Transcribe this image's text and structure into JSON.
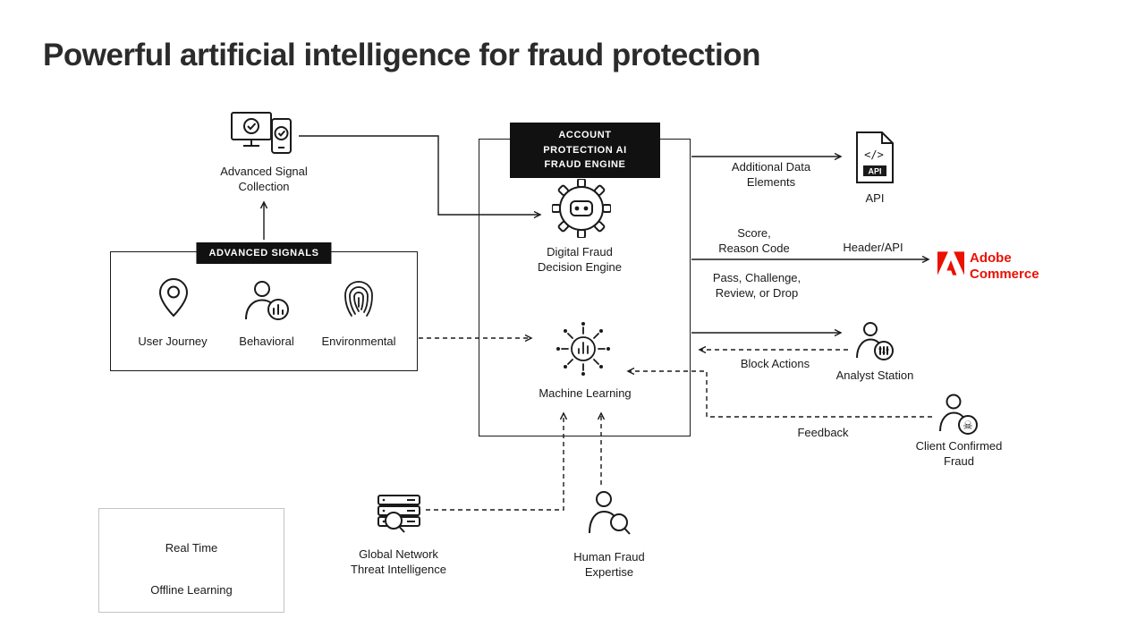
{
  "title": "Powerful artificial intelligence for fraud protection",
  "colors": {
    "ink": "#1a1a1a",
    "adobe_red": "#EB1000"
  },
  "legend": {
    "real_time": "Real Time",
    "offline_learning": "Offline Learning"
  },
  "nodes": {
    "signal_collection": {
      "label": "Advanced Signal Collection"
    },
    "advanced_signals_box": {
      "header": "ADVANCED SIGNALS",
      "items": [
        {
          "label": "User Journey",
          "icon": "map-pin-icon"
        },
        {
          "label": "Behavioral",
          "icon": "person-chart-icon"
        },
        {
          "label": "Environmental",
          "icon": "fingerprint-icon"
        }
      ]
    },
    "engine_box": {
      "header": "ACCOUNT PROTECTION AI FRAUD ENGINE",
      "decision_engine": "Digital Fraud Decision Engine",
      "machine_learning": "Machine Learning"
    },
    "api": {
      "label": "API",
      "doc_code": "</>",
      "doc_badge": "API"
    },
    "adobe": {
      "label": "Adobe Commerce"
    },
    "analyst": {
      "label": "Analyst Station"
    },
    "client_fraud": {
      "label": "Client Confirmed Fraud"
    },
    "threat_intel": {
      "label": "Global Network Threat Intelligence"
    },
    "human_expertise": {
      "label": "Human Fraud Expertise"
    }
  },
  "edges": {
    "additional_data": "Additional Data Elements",
    "score_reason": "Score, Reason Code",
    "header_api": "Header/API",
    "pass_challenge": "Pass, Challenge, Review, or Drop",
    "block_actions": "Block Actions",
    "feedback": "Feedback"
  },
  "icons": {
    "skull": "☠"
  }
}
